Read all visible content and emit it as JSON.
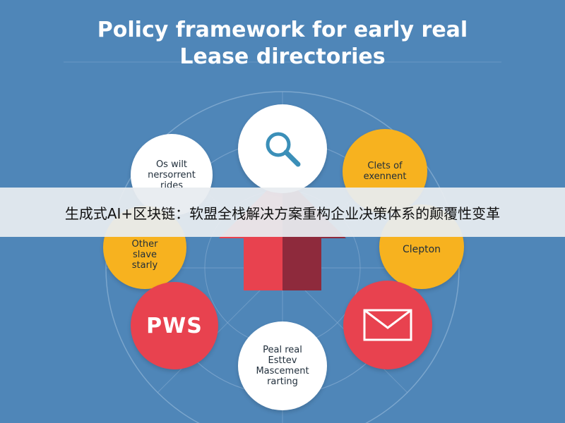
{
  "title": {
    "line1": "Policy framework for early real",
    "line2": "Lease directories"
  },
  "nodes": {
    "top": {
      "icon": "magnifier-icon"
    },
    "upper_left": {
      "line1": "Os wilt",
      "line2": "nersorrent",
      "line3": "rides"
    },
    "upper_right": {
      "line1": "Clets of",
      "line2": "exennent"
    },
    "mid_left": {
      "line1": "Other",
      "line2": "slave",
      "line3": "starly"
    },
    "mid_right": {
      "line1": "Clepton"
    },
    "lower_left": {
      "label": "PWS"
    },
    "lower_right": {
      "icon": "envelope-icon"
    },
    "bottom": {
      "line1": "Peal real",
      "line2": "Esttev",
      "line3": "Mascement",
      "line4": "rarting"
    }
  },
  "center": {
    "icon": "house-arrow-icon"
  },
  "banner": {
    "text": "生成式AI+区块链：软盟全栈解决方案重构企业决策体系的颠覆性变革"
  },
  "colors": {
    "background": "#4f86b8",
    "white_node": "#ffffff",
    "yellow_node": "#f7b21f",
    "red_node": "#e8424f",
    "arrow_dark": "#8e2a3c"
  }
}
